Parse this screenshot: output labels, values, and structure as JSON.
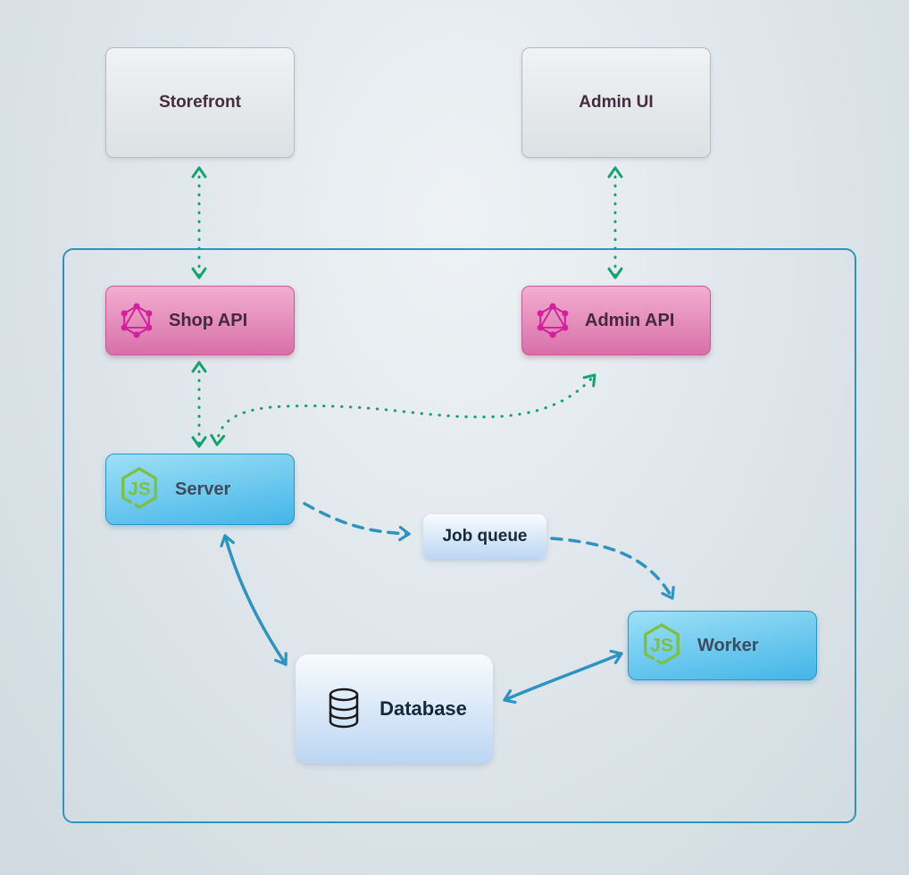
{
  "diagram": {
    "nodes": {
      "storefront": {
        "label": "Storefront",
        "kind": "external-client"
      },
      "admin_ui": {
        "label": "Admin UI",
        "kind": "external-client"
      },
      "shop_api": {
        "label": "Shop API",
        "kind": "graphql-api",
        "icon": "graphql-icon"
      },
      "admin_api": {
        "label": "Admin API",
        "kind": "graphql-api",
        "icon": "graphql-icon"
      },
      "server": {
        "label": "Server",
        "kind": "nodejs-process",
        "icon": "nodejs-icon"
      },
      "job_queue": {
        "label": "Job queue",
        "kind": "queue"
      },
      "worker": {
        "label": "Worker",
        "kind": "nodejs-process",
        "icon": "nodejs-icon"
      },
      "database": {
        "label": "Database",
        "kind": "datastore",
        "icon": "database-icon"
      }
    },
    "edges": [
      {
        "from": "storefront",
        "to": "shop_api",
        "style": "dotted",
        "color": "green",
        "bidirectional": true
      },
      {
        "from": "admin_ui",
        "to": "admin_api",
        "style": "dotted",
        "color": "green",
        "bidirectional": true
      },
      {
        "from": "shop_api",
        "to": "server",
        "style": "dotted",
        "color": "green",
        "bidirectional": true
      },
      {
        "from": "server",
        "to": "admin_api",
        "style": "dotted",
        "color": "green",
        "bidirectional": true
      },
      {
        "from": "server",
        "to": "job_queue",
        "style": "dashed",
        "color": "blue",
        "bidirectional": false
      },
      {
        "from": "job_queue",
        "to": "worker",
        "style": "dashed",
        "color": "blue",
        "bidirectional": false
      },
      {
        "from": "server",
        "to": "database",
        "style": "solid",
        "color": "blue",
        "bidirectional": true
      },
      {
        "from": "database",
        "to": "worker",
        "style": "solid",
        "color": "blue",
        "bidirectional": true
      }
    ],
    "colors": {
      "green_arrow": "#14a36f",
      "blue_arrow": "#2d93c0",
      "container_border": "#2f93c0",
      "graphql_icon": "#d1219c",
      "nodejs_icon": "#7dc142",
      "database_icon": "#1a1a1a",
      "label_purple": "#432b42",
      "label_slate": "#3d4b5c",
      "label_navy": "#15293c"
    }
  }
}
